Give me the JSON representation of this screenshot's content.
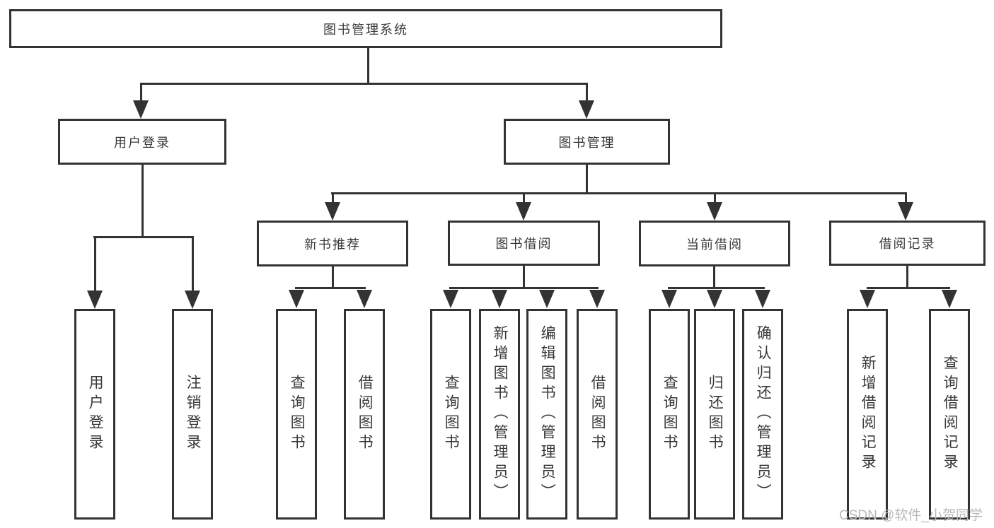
{
  "tree": {
    "root": {
      "label": "图书管理系统",
      "children": [
        {
          "label": "用户登录",
          "children": [
            {
              "label": "用户登录"
            },
            {
              "label": "注销登录"
            }
          ]
        },
        {
          "label": "图书管理",
          "children": [
            {
              "label": "新书推荐",
              "children": [
                {
                  "label": "查询图书"
                },
                {
                  "label": "借阅图书"
                }
              ]
            },
            {
              "label": "图书借阅",
              "children": [
                {
                  "label": "查询图书"
                },
                {
                  "label": "新增图书（管理员）"
                },
                {
                  "label": "编辑图书（管理员）"
                },
                {
                  "label": "借阅图书"
                }
              ]
            },
            {
              "label": "当前借阅",
              "children": [
                {
                  "label": "查询图书"
                },
                {
                  "label": "归还图书"
                },
                {
                  "label": "确认归还（管理员）"
                }
              ]
            },
            {
              "label": "借阅记录",
              "children": [
                {
                  "label": "新增借阅记录"
                },
                {
                  "label": "查询借阅记录"
                }
              ]
            }
          ]
        }
      ]
    }
  },
  "watermark": {
    "text": "CSDN @软件_小贺同学"
  },
  "colors": {
    "line": "#333333",
    "text": "#383838",
    "watermark": "#b9b9b9",
    "background": "#ffffff"
  }
}
